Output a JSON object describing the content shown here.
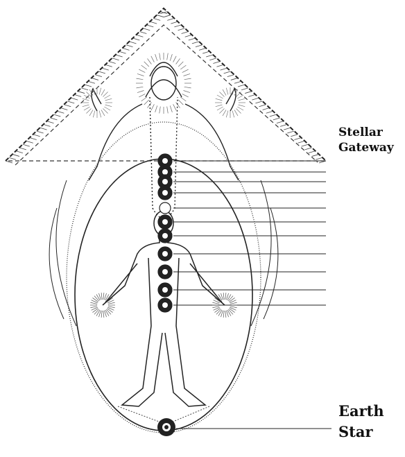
{
  "labels": {
    "stellar_gateway": {
      "line1": "Stellar",
      "line2": "Gateway"
    },
    "earth_star": {
      "line1": "Earth",
      "line2": "Star"
    }
  },
  "colors": {
    "ink": "#111111",
    "background": "#ffffff"
  }
}
